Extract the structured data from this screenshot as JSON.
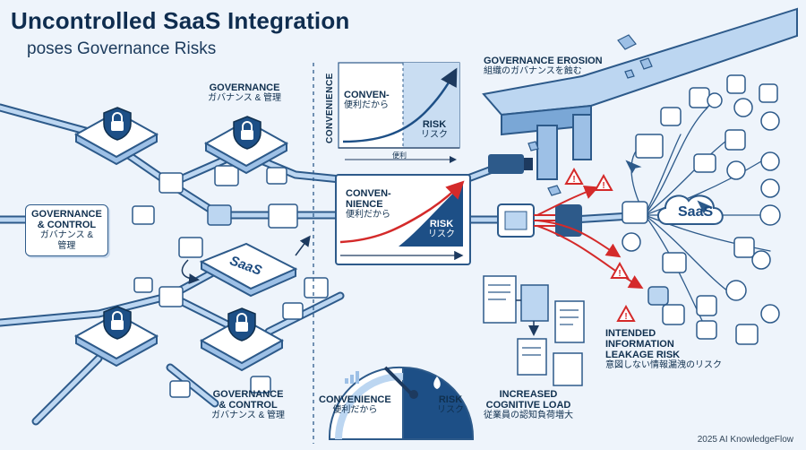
{
  "title": "Uncontrolled SaaS Integration",
  "subtitle": "poses Governance Risks",
  "labels": {
    "gov_top": {
      "en": "GOVERNANCE",
      "jp": "ガバナンス & 管理"
    },
    "gov_left": {
      "en1": "GOVERNANCE",
      "en2": "& CONTROL",
      "jp1": "ガバナンス &",
      "jp2": "管理"
    },
    "gov_bottom": {
      "en1": "GOVERNANCE",
      "en2": "& CONTROL",
      "jp": "ガバナンス & 管理"
    },
    "erosion": {
      "en": "GOVERNANCE EROSION",
      "jp": "組織のガバナンスを蝕む"
    },
    "leakage": {
      "en1": "INTENDED",
      "en2": "INFORMATION",
      "en3": "LEAKAGE RISK",
      "jp": "意図しない情報漏洩のリスク"
    },
    "cognitive": {
      "en1": "INCREASED",
      "en2": "COGNITIVE LOAD",
      "jp": "従業員の認知負荷増大"
    }
  },
  "top_chart": {
    "y_label": "CONVENIENCE",
    "convenience_en": "CONVEN-",
    "convenience_jp": "便利だから",
    "risk_en": "RISK",
    "risk_jp": "リスク",
    "x_label": "便利"
  },
  "mid_panel": {
    "convenience_en1": "CONVEN-",
    "convenience_en2": "NIENCE",
    "convenience_jp": "便利だから",
    "risk_en": "RISK",
    "risk_jp": "リスク"
  },
  "gauge": {
    "convenience_en": "CONVENIENCE",
    "convenience_jp": "便利だから",
    "risk_en": "RISK",
    "risk_jp": "リスク"
  },
  "saas_left": "SaaS",
  "saas_right": "SaaS",
  "footer": "2025 AI KnowledgeFlow",
  "colors": {
    "dark_blue": "#1d4f86",
    "light_blue": "#bcd6f1",
    "alert_red": "#d42a2a"
  }
}
